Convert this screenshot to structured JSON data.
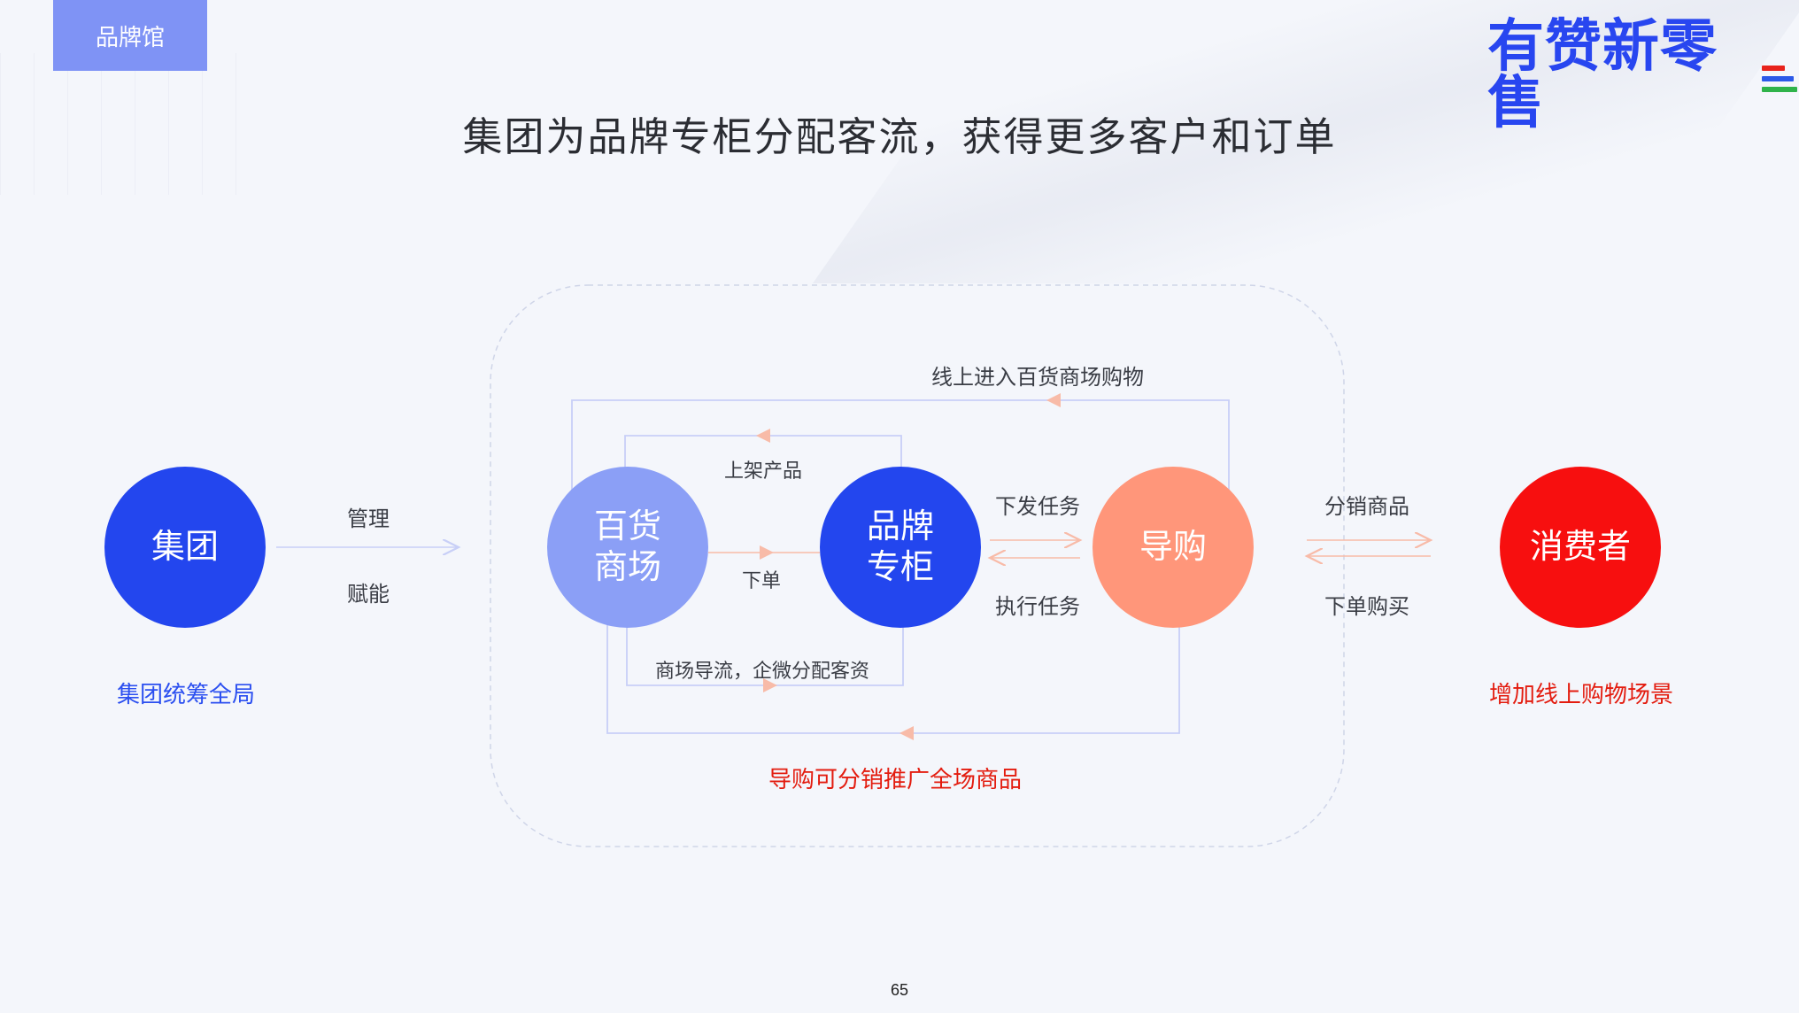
{
  "header": {
    "tag_label": "品牌馆",
    "title": "集团为品牌专柜分配客流，获得更多客户和订单"
  },
  "logo": {
    "text": "有赞新零售",
    "bar_colors": [
      "#e8231c",
      "#2c59e8",
      "#2fb34a"
    ]
  },
  "nodes": {
    "group": {
      "label": "集团",
      "caption": "集团统筹全局",
      "color": "#2346ee"
    },
    "mall": {
      "line1": "百货",
      "line2": "商场",
      "color": "#8b9ff6"
    },
    "brand": {
      "line1": "品牌",
      "line2": "专柜",
      "color": "#2346ee"
    },
    "guide": {
      "label": "导购",
      "color": "#ff967a"
    },
    "consumer": {
      "label": "消费者",
      "caption": "增加线上购物场景",
      "color": "#f70f0f"
    }
  },
  "edges": {
    "manage": "管理",
    "empower": "赋能",
    "online_enter": "线上进入百货商场购物",
    "list_products": "上架产品",
    "place_order": "下单",
    "mall_traffic": "商场导流，企微分配客资",
    "assign_task": "下发任务",
    "execute_task": "执行任务",
    "distribute_goods": "分销商品",
    "order_purchase": "下单购买",
    "guide_promote": "导购可分销推广全场商品"
  },
  "colors": {
    "line_blue": "#c8cff7",
    "arrow_salmon": "#f8bba8"
  },
  "footer": {
    "page_number": "65"
  }
}
